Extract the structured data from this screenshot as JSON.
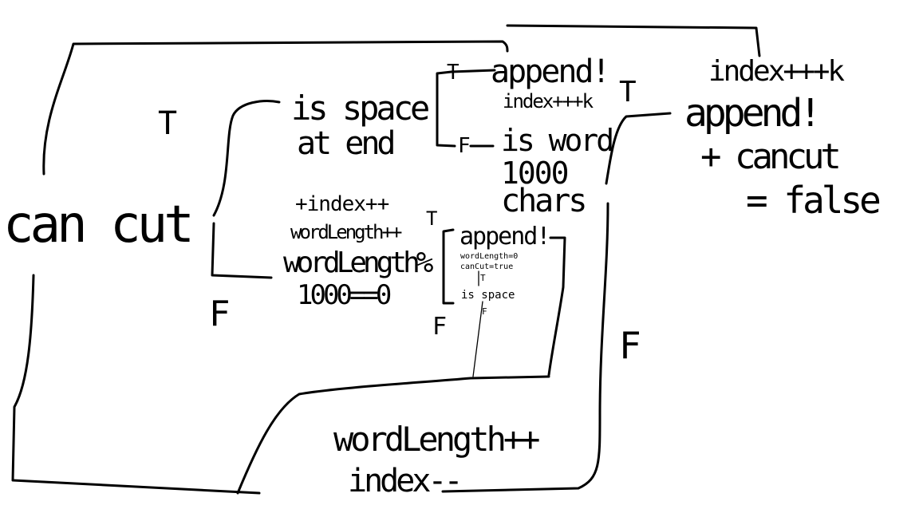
{
  "diagram": {
    "nodes": {
      "can_cut": "can cut",
      "is_space_at_end": [
        "is space",
        "at end"
      ],
      "index_word_length": [
        "+index++",
        "wordLength++",
        "wordLength%",
        "1000==0"
      ],
      "append_index_top": [
        "append!",
        "index+++k"
      ],
      "is_word_1000_chars": [
        "is word",
        "1000",
        "chars"
      ],
      "index_append_cancut": [
        "index+++k",
        "append!",
        "+ cancut",
        "= false"
      ],
      "append_inner": "append!",
      "inner_reset": [
        "wordLength=0",
        "canCut=true"
      ],
      "inner_is_space": "is space",
      "bottom_update": [
        "wordLength++",
        "index--"
      ]
    },
    "branch_labels": {
      "left_true": "T",
      "left_false": "F",
      "top_true": "T",
      "top_false": "F",
      "right_true": "T",
      "mid_true": "T",
      "mid_false": "F",
      "inner_true": "T",
      "inner_false": "F",
      "right_false": "F"
    }
  }
}
